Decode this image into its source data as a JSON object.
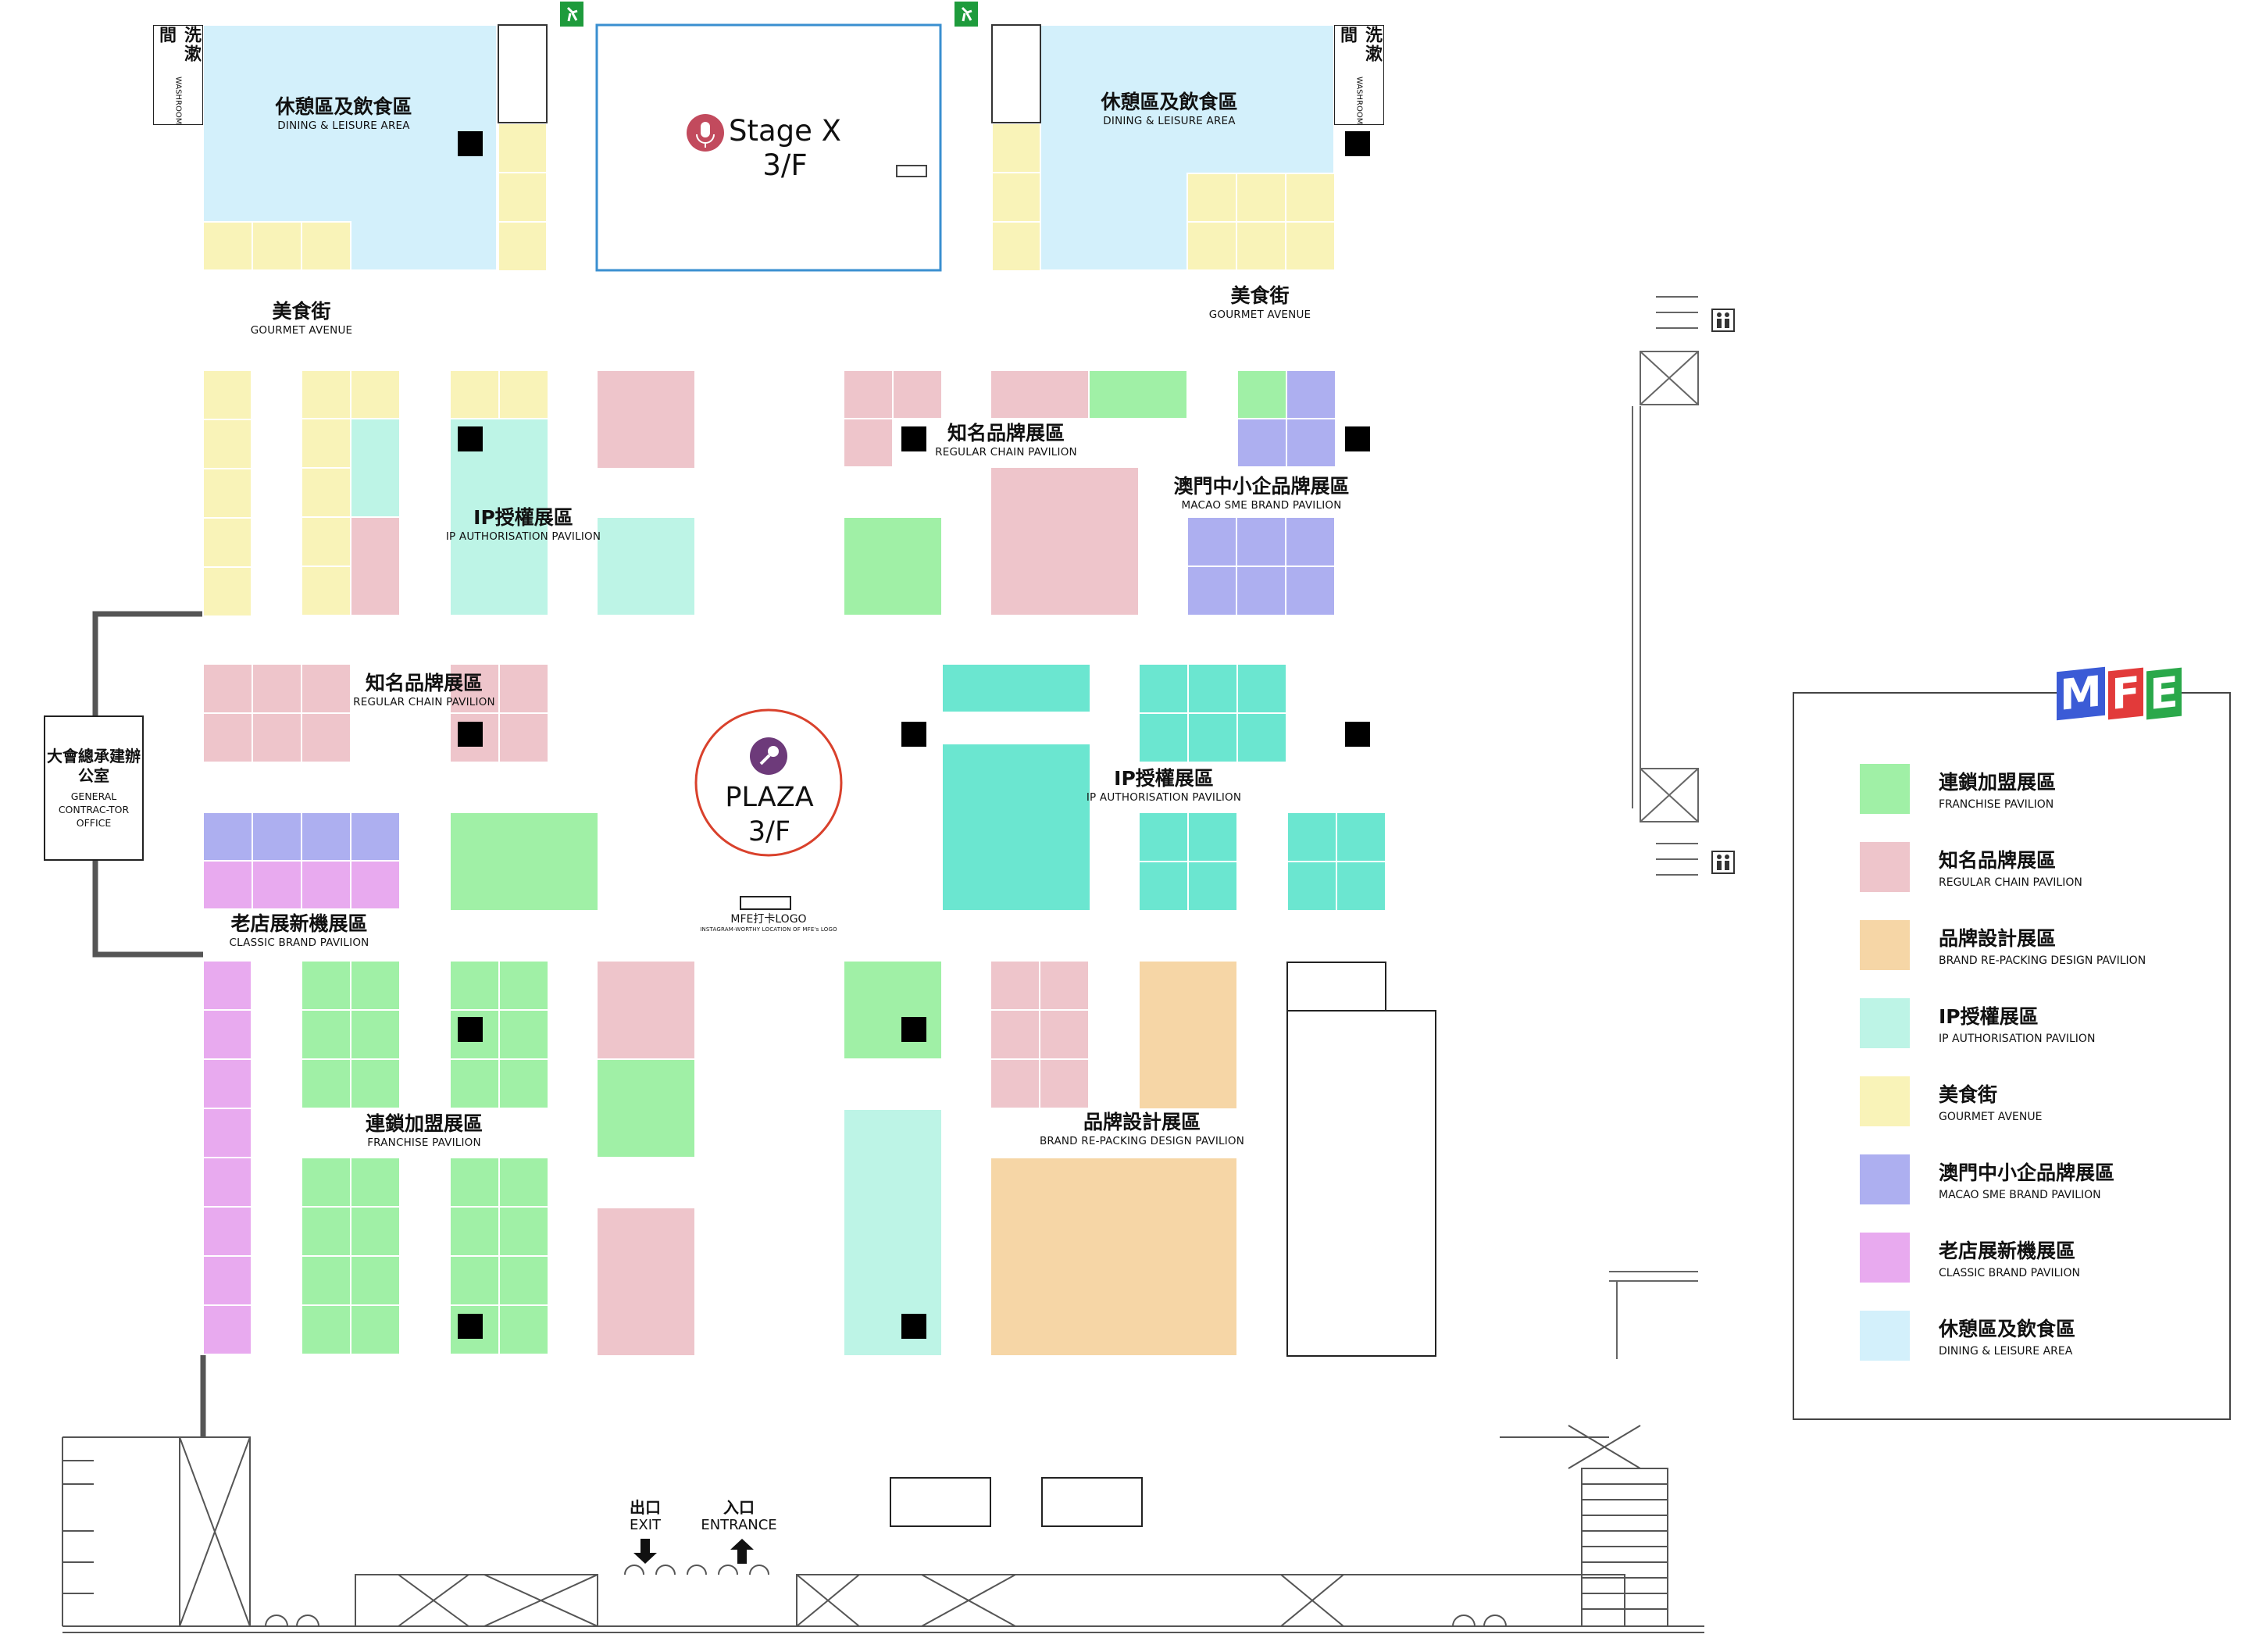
{
  "colors": {
    "franchise": "#a0f0a6",
    "regular_chain": "#eec5cb",
    "brand_repacking": "#f6d6a6",
    "ip_authorisation": "#bdf4e6",
    "ip_authorisation_strong": "#6be6d0",
    "gourmet": "#f9f3b8",
    "macao_sme": "#adaff0",
    "classic_brand": "#e8aaef",
    "dining_leisure": "#d3f0fb",
    "plaza_ring": "#d9412c",
    "stage_border": "#3a8fd0",
    "exit_sign": "#1e9b3c"
  },
  "map": {
    "washroom_left": {
      "zh": "洗漱間",
      "en": "WASHROOM"
    },
    "washroom_right": {
      "zh": "洗漱間",
      "en": "WASHROOM"
    },
    "dining_left": {
      "zh": "休憩區及飲食區",
      "en": "DINING & LEISURE AREA"
    },
    "dining_right": {
      "zh": "休憩區及飲食區",
      "en": "DINING & LEISURE AREA"
    },
    "stage": {
      "line1": "Stage X",
      "line2": "3/F",
      "icon": "microphone-icon"
    },
    "gourmet_left": {
      "zh": "美食街",
      "en": "GOURMET AVENUE"
    },
    "gourmet_right": {
      "zh": "美食街",
      "en": "GOURMET AVENUE"
    },
    "ip_pavilion_left": {
      "zh": "IP授權展區",
      "en": "IP AUTHORISATION PAVILION"
    },
    "regular_top": {
      "zh": "知名品牌展區",
      "en": "REGULAR CHAIN PAVILION"
    },
    "macao_sme": {
      "zh": "澳門中小企品牌展區",
      "en": "MACAO SME BRAND PAVILION"
    },
    "regular_left": {
      "zh": "知名品牌展區",
      "en": "REGULAR CHAIN PAVILION"
    },
    "office": {
      "zh": "大會總承建辦公室",
      "en": "GENERAL CONTRAC-TOR OFFICE"
    },
    "plaza": {
      "line1": "PLAZA",
      "line2": "3/F",
      "icon": "microphone-icon"
    },
    "ip_pavilion_right": {
      "zh": "IP授權展區",
      "en": "IP AUTHORISATION PAVILION"
    },
    "classic": {
      "zh": "老店展新機展區",
      "en": "CLASSIC BRAND PAVILION"
    },
    "logo_spot": {
      "zh": "MFE打卡LOGO",
      "en": "INSTAGRAM-WORTHY LOCATION OF MFE's LOGO"
    },
    "franchise": {
      "zh": "連鎖加盟展區",
      "en": "FRANCHISE PAVILION"
    },
    "brand_design": {
      "zh": "品牌設計展區",
      "en": "BRAND RE-PACKING DESIGN PAVILION"
    },
    "exit": {
      "zh": "出口",
      "en": "EXIT"
    },
    "entrance": {
      "zh": "入口",
      "en": "ENTRANCE"
    }
  },
  "logo": {
    "letters": [
      "M",
      "F",
      "E"
    ],
    "colors": [
      "#3b5bd6",
      "#e23a3a",
      "#2aa84a"
    ]
  },
  "legend": [
    {
      "zh": "連鎖加盟展區",
      "en": "FRANCHISE PAVILION",
      "color": "#a0f0a6"
    },
    {
      "zh": "知名品牌展區",
      "en": "REGULAR CHAIN PAVILION",
      "color": "#eec5cb"
    },
    {
      "zh": "品牌設計展區",
      "en": "BRAND RE-PACKING DESIGN PAVILION",
      "color": "#f6d6a6"
    },
    {
      "zh": "IP授權展區",
      "en": "IP AUTHORISATION PAVILION",
      "color": "#bdf4e6"
    },
    {
      "zh": "美食街",
      "en": "GOURMET AVENUE",
      "color": "#f9f3b8"
    },
    {
      "zh": "澳門中小企品牌展區",
      "en": "MACAO SME BRAND PAVILION",
      "color": "#adaff0"
    },
    {
      "zh": "老店展新機展區",
      "en": "CLASSIC BRAND PAVILION",
      "color": "#e8aaef"
    },
    {
      "zh": "休憩區及飲食區",
      "en": "DINING & LEISURE AREA",
      "color": "#d3f0fb"
    }
  ]
}
